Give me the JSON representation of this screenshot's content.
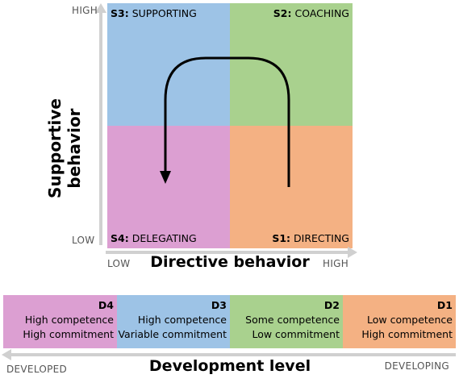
{
  "y_axis": {
    "title": "Supportive behavior",
    "high": "HIGH",
    "low": "LOW"
  },
  "x_axis": {
    "title": "Directive behavior",
    "low": "LOW",
    "high": "HIGH"
  },
  "quadrants": {
    "s3": {
      "code": "S3:",
      "label": "SUPPORTING",
      "color": "#9dc3e6"
    },
    "s2": {
      "code": "S2:",
      "label": "COACHING",
      "color": "#a9d18e"
    },
    "s4": {
      "code": "S4:",
      "label": "DELEGATING",
      "color": "#dc9fd2"
    },
    "s1": {
      "code": "S1:",
      "label": "DIRECTING",
      "color": "#f4b183"
    }
  },
  "development": {
    "title": "Development level",
    "left_end": "DEVELOPED",
    "right_end": "DEVELOPING",
    "levels": [
      {
        "code": "D4",
        "line1": "High competence",
        "line2": "High commitment",
        "color": "#dc9fd2"
      },
      {
        "code": "D3",
        "line1": "High competence",
        "line2": "Variable commitment",
        "color": "#9dc3e6"
      },
      {
        "code": "D2",
        "line1": "Some competence",
        "line2": "Low commitment",
        "color": "#a9d18e"
      },
      {
        "code": "D1",
        "line1": "Low competence",
        "line2": "High commitment",
        "color": "#f4b183"
      }
    ]
  }
}
